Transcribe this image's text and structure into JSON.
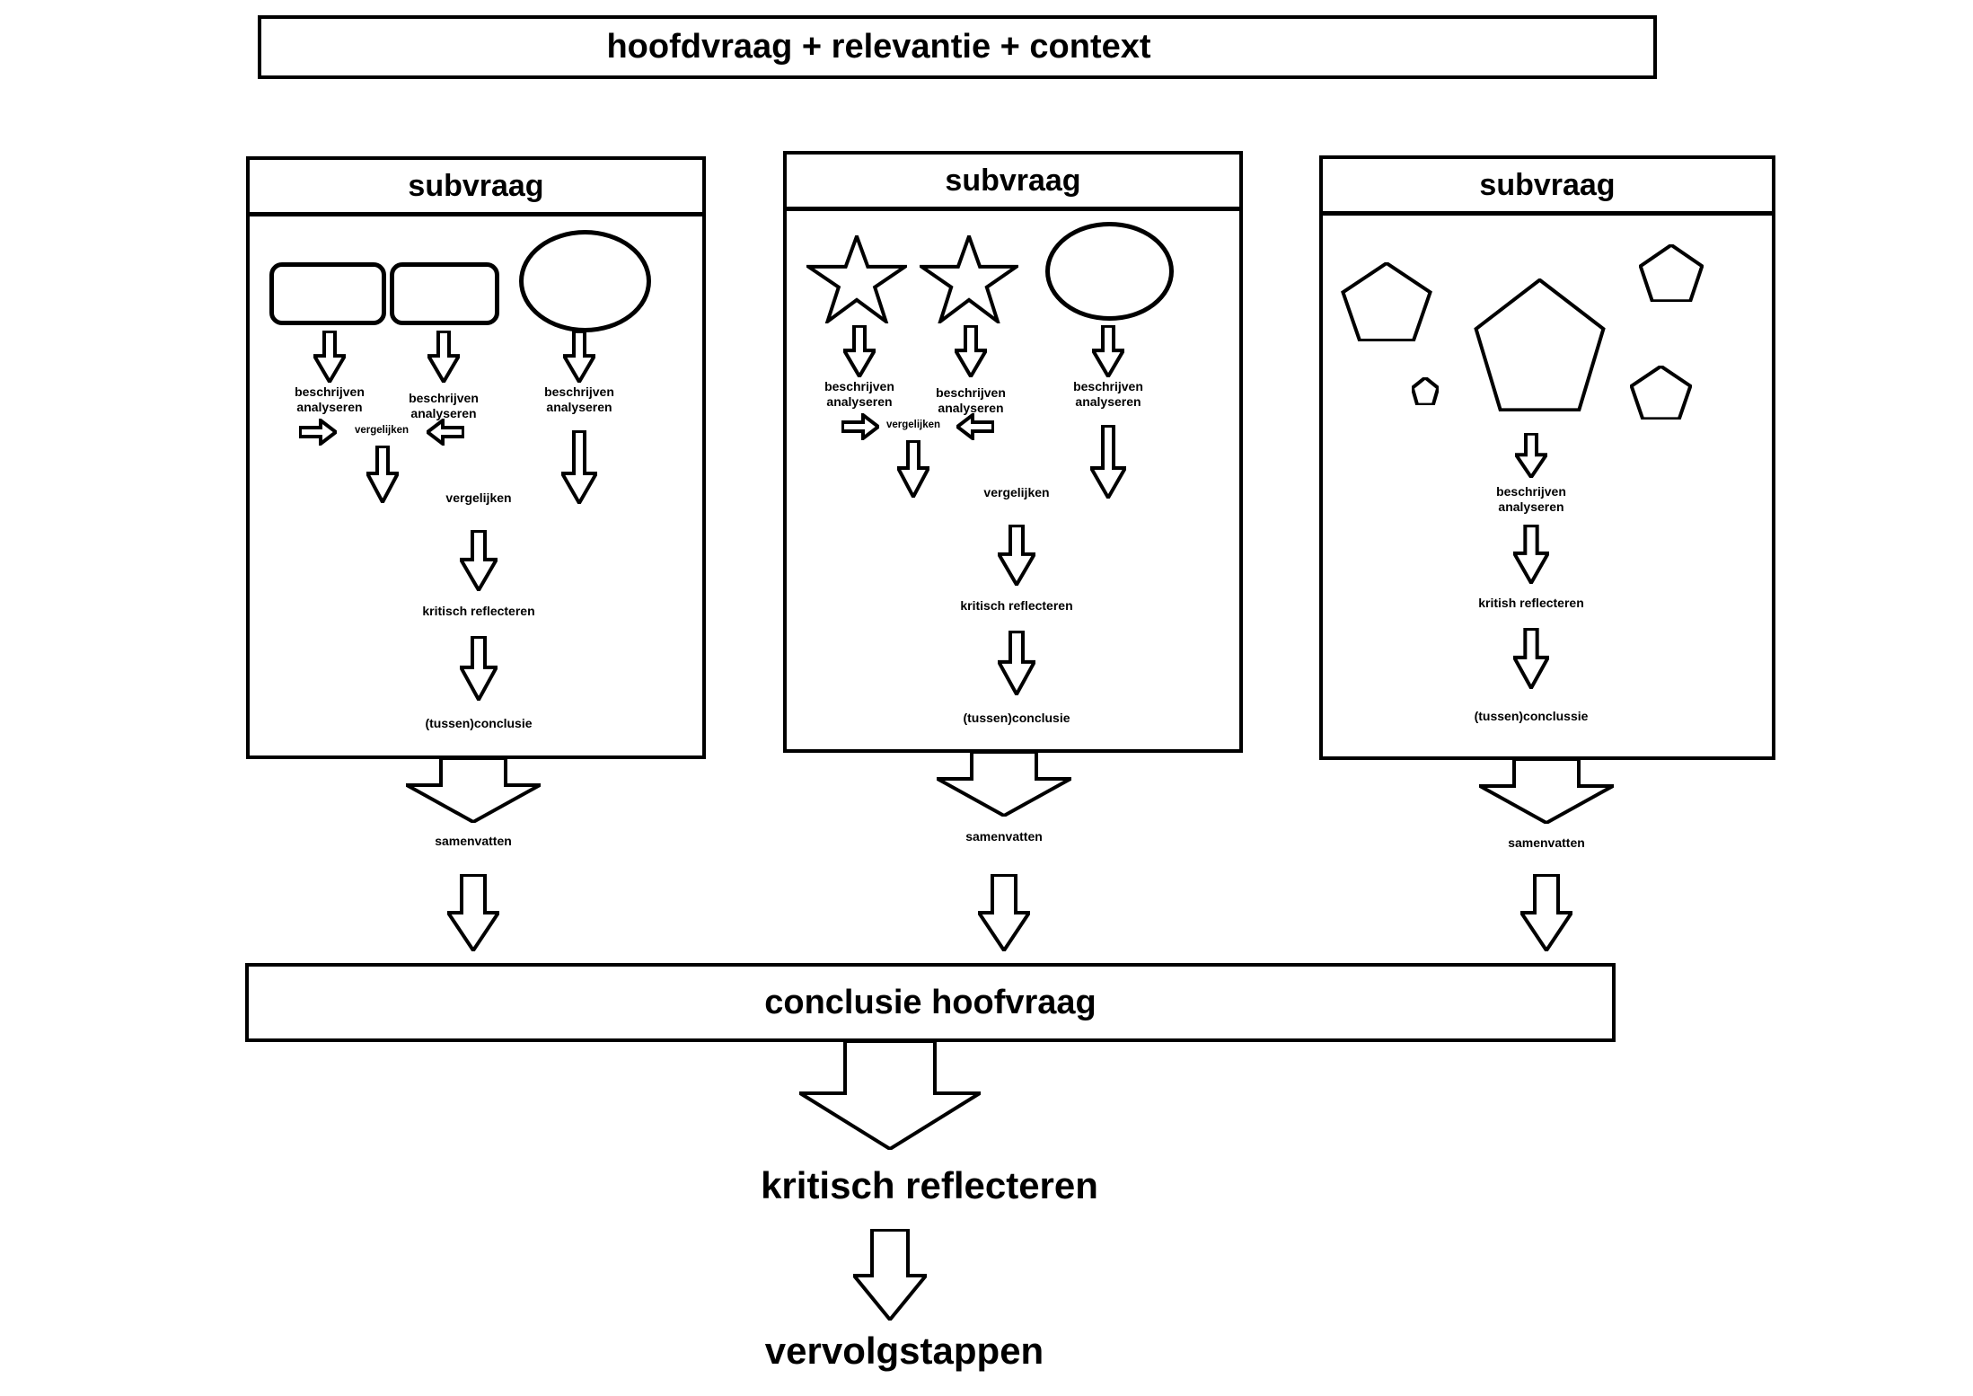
{
  "colors": {
    "ink": "#000000",
    "background": "#ffffff"
  },
  "header": {
    "title": "hoofdvraag + relevantie + context"
  },
  "subvraag_boxes": [
    {
      "title": "subvraag",
      "shapes": [
        "rounded-rectangle",
        "rounded-rectangle",
        "ellipse"
      ],
      "column_labels": [
        {
          "line1": "beschrijven",
          "line2": "analyseren"
        },
        {
          "line1": "beschrijven",
          "line2": "analyseren"
        },
        {
          "line1": "beschrijven",
          "line2": "analyseren"
        }
      ],
      "compare_row_label": "vergelijken",
      "compare_label": "vergelijken",
      "reflect_label": "kritisch reflecteren",
      "conclusion_label": "(tussen)conclusie",
      "summarize_label": "samenvatten"
    },
    {
      "title": "subvraag",
      "shapes": [
        "star",
        "star",
        "ellipse"
      ],
      "column_labels": [
        {
          "line1": "beschrijven",
          "line2": "analyseren"
        },
        {
          "line1": "beschrijven",
          "line2": "analyseren"
        },
        {
          "line1": "beschrijven",
          "line2": "analyseren"
        }
      ],
      "compare_row_label": "vergelijken",
      "compare_label": "vergelijken",
      "reflect_label": "kritisch reflecteren",
      "conclusion_label": "(tussen)conclusie",
      "summarize_label": "samenvatten"
    },
    {
      "title": "subvraag",
      "shapes": [
        "pentagon-medium",
        "pentagon-large",
        "pentagon-small",
        "pentagon-tiny",
        "pentagon-small"
      ],
      "column_labels": [
        {
          "line1": "beschrijven",
          "line2": "analyseren"
        }
      ],
      "reflect_label": "kritish reflecteren",
      "conclusion_label": "(tussen)conclussie",
      "summarize_label": "samenvatten"
    }
  ],
  "conclusion": {
    "bar_title": "conclusie hoofvraag"
  },
  "footer": {
    "reflect_label": "kritisch reflecteren",
    "next_steps_label": "vervolgstappen"
  }
}
